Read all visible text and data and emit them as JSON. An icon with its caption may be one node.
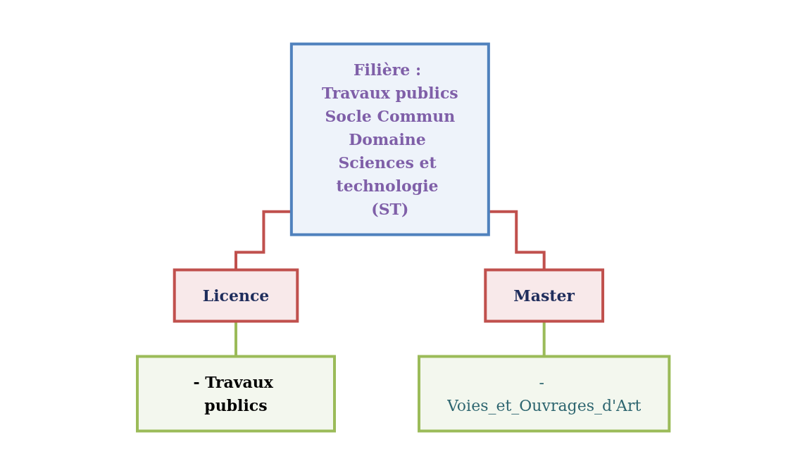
{
  "diagram": {
    "nodes": [
      {
        "text": [
          "Filière : Travaux publics",
          "Socle Commun",
          "Domaine Sciences et technologie (ST)"
        ]
      },
      {
        "text": [
          "Licence"
        ]
      },
      {
        "text": [
          "Master"
        ]
      },
      {
        "text": [
          "- Travaux publics"
        ]
      },
      {
        "text": [
          "- Voies_et_Ouvrages_d'Art"
        ]
      }
    ],
    "edges": [
      {
        "from": 0,
        "to": 1,
        "arrow": "none",
        "color": "#c0504d"
      },
      {
        "from": 0,
        "to": 2,
        "arrow": "none",
        "color": "#c0504d"
      },
      {
        "from": 1,
        "to": 3,
        "arrow": "none",
        "color": "#9bbb59"
      },
      {
        "from": 2,
        "to": 4,
        "arrow": "none",
        "color": "#9bbb59"
      }
    ]
  }
}
